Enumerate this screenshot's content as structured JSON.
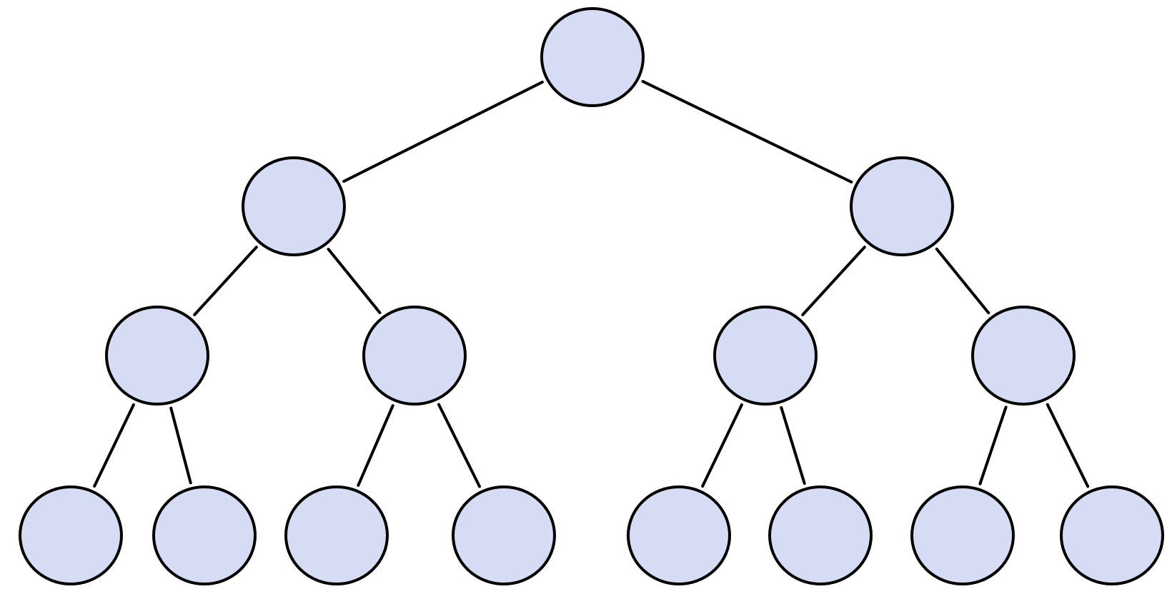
{
  "diagram": {
    "type": "binary-tree",
    "levels": 4,
    "node_count": 15,
    "colors": {
      "node_fill": "#d6dcf3",
      "node_stroke": "#000000",
      "edge_stroke": "#000000",
      "background": "#ffffff"
    },
    "nodes": [
      {
        "id": "n1",
        "level": 0
      },
      {
        "id": "n2",
        "level": 1,
        "parent": "n1"
      },
      {
        "id": "n3",
        "level": 1,
        "parent": "n1"
      },
      {
        "id": "n4",
        "level": 2,
        "parent": "n2"
      },
      {
        "id": "n5",
        "level": 2,
        "parent": "n2"
      },
      {
        "id": "n6",
        "level": 2,
        "parent": "n3"
      },
      {
        "id": "n7",
        "level": 2,
        "parent": "n3"
      },
      {
        "id": "n8",
        "level": 3,
        "parent": "n4"
      },
      {
        "id": "n9",
        "level": 3,
        "parent": "n4"
      },
      {
        "id": "n10",
        "level": 3,
        "parent": "n5"
      },
      {
        "id": "n11",
        "level": 3,
        "parent": "n5"
      },
      {
        "id": "n12",
        "level": 3,
        "parent": "n6"
      },
      {
        "id": "n13",
        "level": 3,
        "parent": "n6"
      },
      {
        "id": "n14",
        "level": 3,
        "parent": "n7"
      },
      {
        "id": "n15",
        "level": 3,
        "parent": "n7"
      }
    ]
  }
}
